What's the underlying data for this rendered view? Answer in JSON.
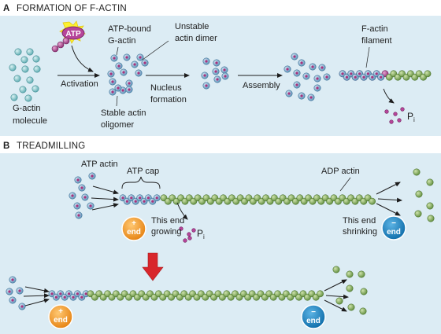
{
  "panel_a": {
    "letter": "A",
    "title": "FORMATION OF F-ACTIN",
    "atp_label": "ATP",
    "labels": {
      "g_actin_line1": "G-actin",
      "g_actin_line2": "molecule",
      "activation": "Activation",
      "atp_bound_line1": "ATP-bound",
      "atp_bound_line2": "G-actin",
      "unstable_line1": "Unstable",
      "unstable_line2": "actin dimer",
      "nucleus_line1": "Nucleus",
      "nucleus_line2": "formation",
      "stable_line1": "Stable actin",
      "stable_line2": "oligomer",
      "assembly": "Assembly",
      "filament_line1": "F-actin",
      "filament_line2": "filament",
      "pi_main": "P",
      "pi_sub": "i"
    }
  },
  "panel_b": {
    "letter": "B",
    "title": "TREADMILLING",
    "labels": {
      "atp_actin": "ATP actin",
      "atp_cap": "ATP cap",
      "adp_actin": "ADP actin",
      "growing_line1": "This end",
      "growing_line2": "growing",
      "shrinking_line1": "This end",
      "shrinking_line2": "shrinking",
      "pi_main": "P",
      "pi_sub": "i",
      "plus_sign": "+",
      "minus_sign": "−",
      "end_word": "end"
    }
  },
  "colors": {
    "panel_bg": "#dcecf4",
    "g_actin": "#7fbfc4",
    "atp_monomer": "#7aaecb",
    "atp_core": "#a8327c",
    "atp_bead": "#b6459a",
    "adp_bead": "#86ad5a",
    "plus_end": "#f2931f",
    "minus_end": "#1482c1",
    "red_arrow": "#d8262b",
    "atp_burst": "#fdf22f"
  }
}
